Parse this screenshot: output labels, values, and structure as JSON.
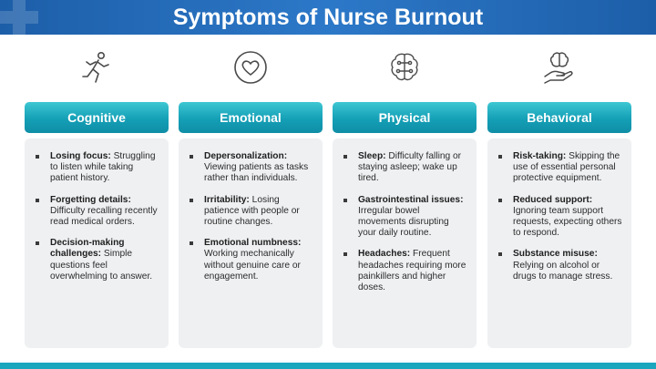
{
  "title": "Symptoms of Nurse Burnout",
  "colors": {
    "header": "#2c78c8",
    "category": "#149fb6",
    "card": "#eef0f2",
    "footer": "#1aa6bd"
  },
  "columns": [
    {
      "category": "Cognitive",
      "icon": "running-person-icon",
      "items": [
        {
          "term": "Losing focus:",
          "text": "Struggling to listen while taking patient history."
        },
        {
          "term": "Forgetting details:",
          "text": "Difficulty recalling recently read medical orders."
        },
        {
          "term": "Decision-making challenges:",
          "text": "Simple questions feel overwhelming to answer."
        }
      ]
    },
    {
      "category": "Emotional",
      "icon": "heart-icon",
      "items": [
        {
          "term": "Depersonalization:",
          "text": "Viewing patients as tasks rather than individuals."
        },
        {
          "term": "Irritability:",
          "text": "Losing patience with people or routine changes."
        },
        {
          "term": "Emotional numbness:",
          "text": "Working mechanically without genuine care or engagement."
        }
      ]
    },
    {
      "category": "Physical",
      "icon": "brain-circuit-icon",
      "items": [
        {
          "term": "Sleep:",
          "text": "Difficulty falling or staying asleep; wake up tired."
        },
        {
          "term": "Gastrointestinal issues:",
          "text": "Irregular bowel movements disrupting your daily routine."
        },
        {
          "term": "Headaches:",
          "text": "Frequent headaches requiring more painkillers and higher doses."
        }
      ]
    },
    {
      "category": "Behavioral",
      "icon": "hand-holding-brain-icon",
      "items": [
        {
          "term": "Risk-taking:",
          "text": "Skipping the use of essential personal protective equipment."
        },
        {
          "term": "Reduced support:",
          "text": "Ignoring team support requests, expecting others to respond."
        },
        {
          "term": "Substance misuse:",
          "text": "Relying on alcohol or drugs to manage stress."
        }
      ]
    }
  ]
}
